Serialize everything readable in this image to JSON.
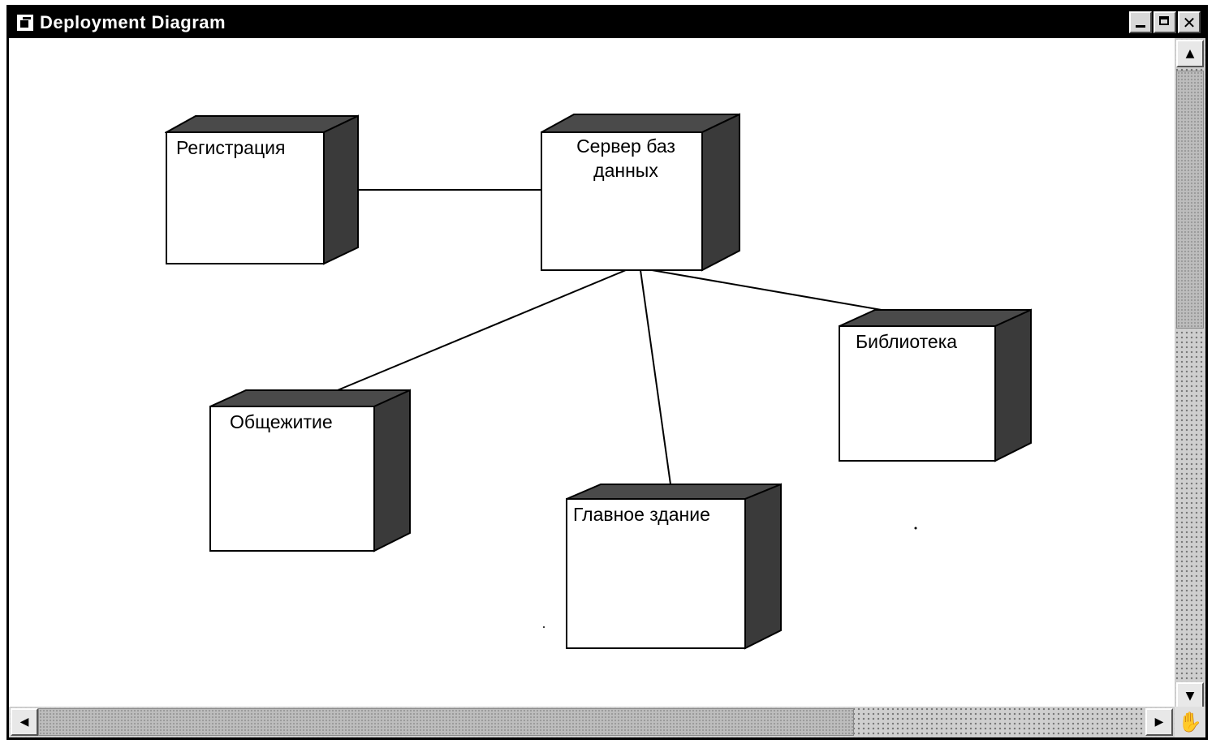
{
  "window": {
    "title": "Deployment Diagram",
    "icon": "diagram-window-icon"
  },
  "controls": {
    "minimize_icon": "minimize-icon",
    "maximize_icon": "maximize-icon",
    "close_glyph": "✕"
  },
  "diagram": {
    "type": "deployment",
    "nodes": [
      {
        "id": "registration",
        "label": "Регистрация"
      },
      {
        "id": "db_server",
        "label": "Сервер баз данных"
      },
      {
        "id": "library",
        "label": "Библиотека"
      },
      {
        "id": "dormitory",
        "label": "Общежитие"
      },
      {
        "id": "main_building",
        "label": "Главное здание"
      }
    ],
    "connections": [
      {
        "from": "registration",
        "to": "db_server"
      },
      {
        "from": "db_server",
        "to": "dormitory"
      },
      {
        "from": "db_server",
        "to": "main_building"
      },
      {
        "from": "db_server",
        "to": "library"
      }
    ],
    "node_label_lines": {
      "registration": "Регистрация",
      "db_server_line1": "Сервер баз",
      "db_server_line2": "данных",
      "library": "Библиотека",
      "dormitory": "Общежитие",
      "main_building": "Главное здание"
    }
  },
  "scrollbars": {
    "up_glyph": "▲",
    "down_glyph": "▼",
    "left_glyph": "◀",
    "right_glyph": "▶",
    "corner_glyph": "✋"
  },
  "colors": {
    "titlebar": "#000000",
    "node_face": "#ffffff",
    "node_side": "#3a3a3a",
    "node_top": "#4a4a4a"
  }
}
